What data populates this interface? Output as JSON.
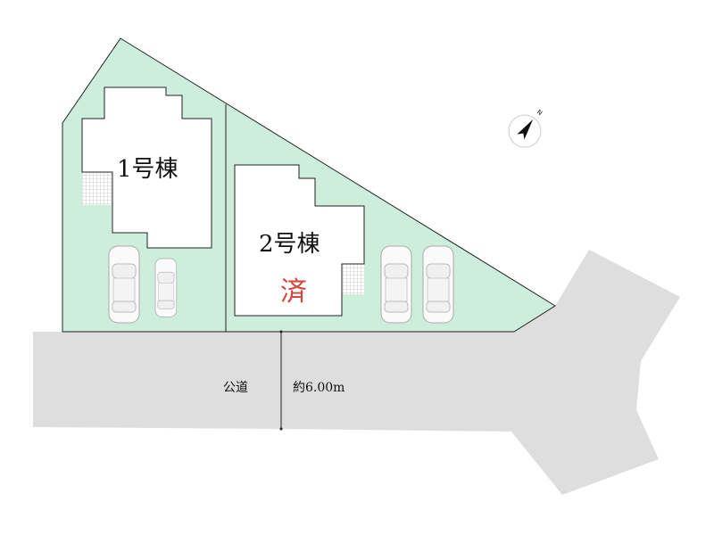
{
  "buildings": [
    {
      "label": "1号棟"
    },
    {
      "label": "2号棟",
      "stamp": "済"
    }
  ],
  "road": {
    "label": "公道",
    "width_label": "約6.00m"
  },
  "compass": {
    "label": "N"
  },
  "colors": {
    "lot": "#cdeedd",
    "road": "#dedede",
    "stamp": "#d2433a",
    "outline": "#222222"
  }
}
